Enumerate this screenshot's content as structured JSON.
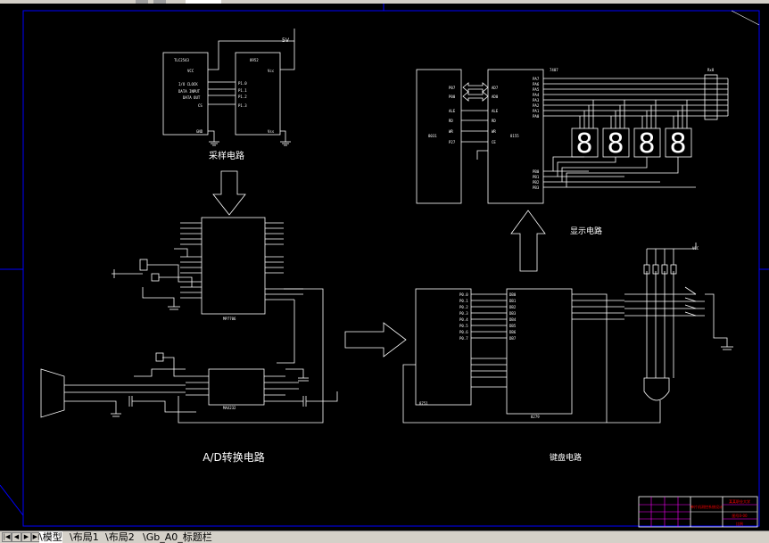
{
  "drawing": {
    "supply_label": "5V",
    "labels": {
      "sampling": "采样电路",
      "ad_conversion": "A/D转换电路",
      "display": "显示电路",
      "keyboard": "键盘电路"
    },
    "ics": {
      "tlc": "TLC2543",
      "u1_top": "8952",
      "u2_display_mcu": "8031",
      "u3_latch": "8155",
      "u4_driver": "7407",
      "u5_ad_center": "MP7706",
      "u6_lower": "MAX232",
      "u7_left_keyboard": "8751",
      "u8_mid_keyboard": "8279"
    },
    "pins": {
      "tlc": [
        "VCC",
        "I/O CLOCK",
        "DATA INPUT",
        "DATA OUT",
        "CS",
        "GND"
      ],
      "u1_left": [
        "P1.0",
        "P1.1",
        "P1.2",
        "P1.3"
      ],
      "u1_right": [
        "Vcc",
        "Vss"
      ],
      "u2_left": [
        "P07",
        "P00",
        "ALE",
        "RD",
        "WR",
        "P27"
      ],
      "u3_left": [
        "AD7",
        "AD0",
        "ALE",
        "RD",
        "WR",
        "CE"
      ],
      "u3_right": [
        "PA7",
        "PA6",
        "PA5",
        "PA4",
        "PA3",
        "PA2",
        "PA1",
        "PA0",
        "PB0",
        "PB1",
        "PB2",
        "PB3"
      ],
      "u7_right": [
        "P0.0",
        "P0.1",
        "P0.2",
        "P0.3",
        "P0.4",
        "P0.5",
        "P0.6",
        "P0.7"
      ],
      "u8_left": [
        "DB0",
        "DB1",
        "DB2",
        "DB3",
        "DB4",
        "DB5",
        "DB6",
        "DB7"
      ]
    },
    "display_digits": [
      "8",
      "8",
      "8",
      "8"
    ],
    "resistor_label": "Rx8",
    "vcc_label": "VCC",
    "title_block": {
      "school": "某某职业大学",
      "title": "单片机测控系统设计",
      "drawing_no": "图号0-00",
      "scale": "比例"
    }
  },
  "tabs": [
    {
      "label": "模型",
      "active": true
    },
    {
      "label": "布局1",
      "active": false
    },
    {
      "label": "布局2",
      "active": false
    },
    {
      "label": "Gb_A0_标题栏",
      "active": false
    }
  ],
  "nav_buttons": [
    "|◀",
    "◀",
    "▶",
    "▶|"
  ]
}
